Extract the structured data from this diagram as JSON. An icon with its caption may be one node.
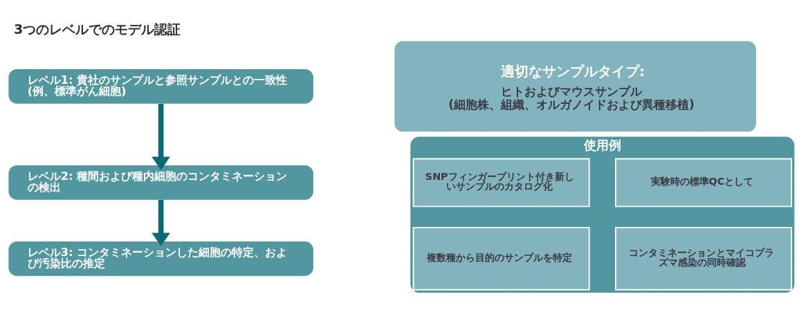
{
  "diagram": {
    "title": "3つのレベルでのモデル認証",
    "nodes": [
      {
        "text": [
          "レベル1: 貴社のサンプルと参照サンプルとの一致性(例、標準がん細胞)"
        ]
      },
      {
        "text": [
          "レベル2: 種間および種内細胞のコンタミネーションの検出"
        ]
      },
      {
        "text": [
          "レベル3: コンタミネーションした細胞の特定、および汚染比の推定"
        ]
      },
      {
        "text": [
          "適切なサンプルタイプ:",
          "ヒトおよびマウスサンプル",
          "(細胞株、組織、オルガノイドおよび異種移植)"
        ]
      },
      {
        "text": [
          "使用例"
        ]
      },
      {
        "text": [
          "SNPフィンガープリント付き新しいサンプルのカタログ化"
        ],
        "in": 4
      },
      {
        "text": [
          "実験時の標準QCとして"
        ],
        "in": 4
      },
      {
        "text": [
          "複数種から目的のサンプルを特定"
        ],
        "in": 4
      },
      {
        "text": [
          "コンタミネーションとマイコプラズマ感染の同時確認"
        ],
        "in": 4
      }
    ],
    "edges": [
      {
        "from": 0,
        "to": 1,
        "arrow": "to"
      },
      {
        "from": 1,
        "to": 2,
        "arrow": "to"
      }
    ]
  }
}
